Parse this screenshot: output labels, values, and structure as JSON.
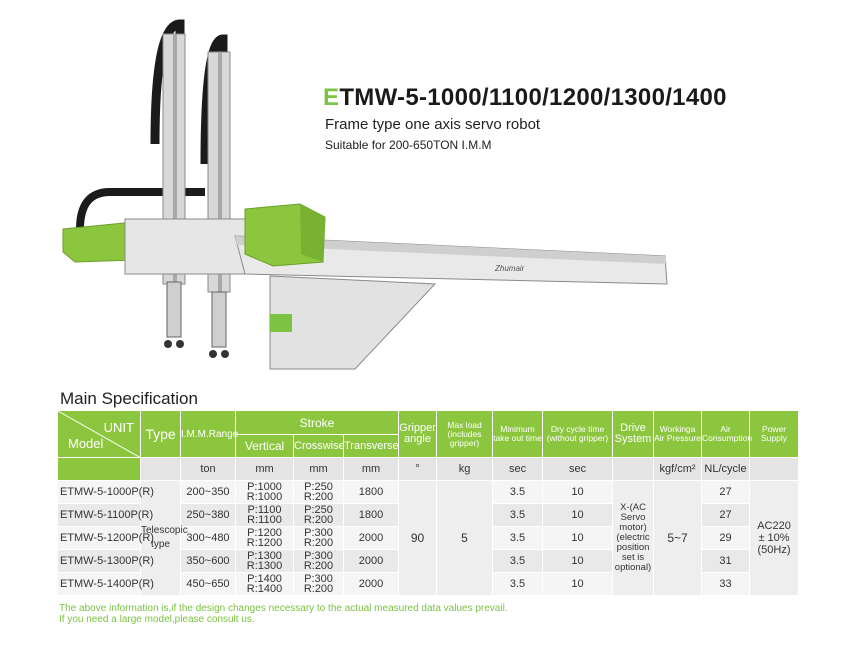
{
  "title": {
    "accent": "E",
    "rest": "TMW-5-1000/1100/1200/1300/1400"
  },
  "subtitle": "Frame type one axis servo robot",
  "suitable": "Suitable for 200-650TON I.M.M",
  "brand_mark": "Zhumair",
  "spec_heading": "Main Specification",
  "table": {
    "header": {
      "unit": "UNIT",
      "model": "Model",
      "type": "Type",
      "imm_range": "I.M.M.Range",
      "stroke": "Stroke",
      "vertical": "Vertical",
      "crosswise": "Crosswise",
      "transverse": "Transverse",
      "gripper_angle": "Gripper angle",
      "max_load": "Max load",
      "max_load_sub": "(includes gripper)",
      "min_takeout": "Minimum take out time",
      "dry_cycle": "Dry cycle time",
      "dry_cycle_sub": "(without gripper)",
      "drive_system": "Drive System",
      "working_air": "Workinga Air Pressure",
      "air_consumption": "Air Consumption",
      "power_supply": "Power Supply"
    },
    "units": {
      "imm_range": "ton",
      "vertical": "mm",
      "crosswise": "mm",
      "transverse": "mm",
      "gripper_angle": "°",
      "max_load": "kg",
      "min_takeout": "sec",
      "dry_cycle": "sec",
      "working_air": "kgf/cm²",
      "air_consumption": "NL/cycle"
    },
    "rows": [
      {
        "model": "ETMW-5-1000P(R)",
        "range": "200~350",
        "vertical": [
          "P:1000",
          "R:1000"
        ],
        "crosswise": [
          "P:250",
          "R:200"
        ],
        "transverse": "1800",
        "min_takeout": "3.5",
        "dry_cycle": "10",
        "air_consumption": "27"
      },
      {
        "model": "ETMW-5-1100P(R)",
        "range": "250~380",
        "vertical": [
          "P:1100",
          "R:1100"
        ],
        "crosswise": [
          "P:250",
          "R:200"
        ],
        "transverse": "1800",
        "min_takeout": "3.5",
        "dry_cycle": "10",
        "air_consumption": "27"
      },
      {
        "model": "ETMW-5-1200P(R)",
        "range": "300~480",
        "vertical": [
          "P:1200",
          "R:1200"
        ],
        "crosswise": [
          "P:300",
          "R:200"
        ],
        "transverse": "2000",
        "min_takeout": "3.5",
        "dry_cycle": "10",
        "air_consumption": "29"
      },
      {
        "model": "ETMW-5-1300P(R)",
        "range": "350~600",
        "vertical": [
          "P:1300",
          "R:1300"
        ],
        "crosswise": [
          "P:300",
          "R:200"
        ],
        "transverse": "2000",
        "min_takeout": "3.5",
        "dry_cycle": "10",
        "air_consumption": "31"
      },
      {
        "model": "ETMW-5-1400P(R)",
        "range": "450~650",
        "vertical": [
          "P:1400",
          "R:1400"
        ],
        "crosswise": [
          "P:300",
          "R:200"
        ],
        "transverse": "2000",
        "min_takeout": "3.5",
        "dry_cycle": "10",
        "air_consumption": "33"
      }
    ],
    "shared": {
      "type": [
        "Telescopic",
        "type"
      ],
      "gripper_angle": "90",
      "max_load": "5",
      "drive_system": [
        "X-(AC",
        "Servo",
        "motor)",
        "(electric",
        "position",
        "set is",
        "optional)"
      ],
      "working_air": "5~7",
      "power_supply": [
        "AC220",
        "± 10%",
        "(50Hz)"
      ]
    }
  },
  "notes": [
    "The above information is,if the design changes necessary to the actual measured data values prevail.",
    " If you need a large model,please consult us."
  ],
  "colors": {
    "accent": "#8cc63f",
    "text": "#222222",
    "row_light": "#f5f5f5",
    "row_dark": "#e9e9e9"
  }
}
